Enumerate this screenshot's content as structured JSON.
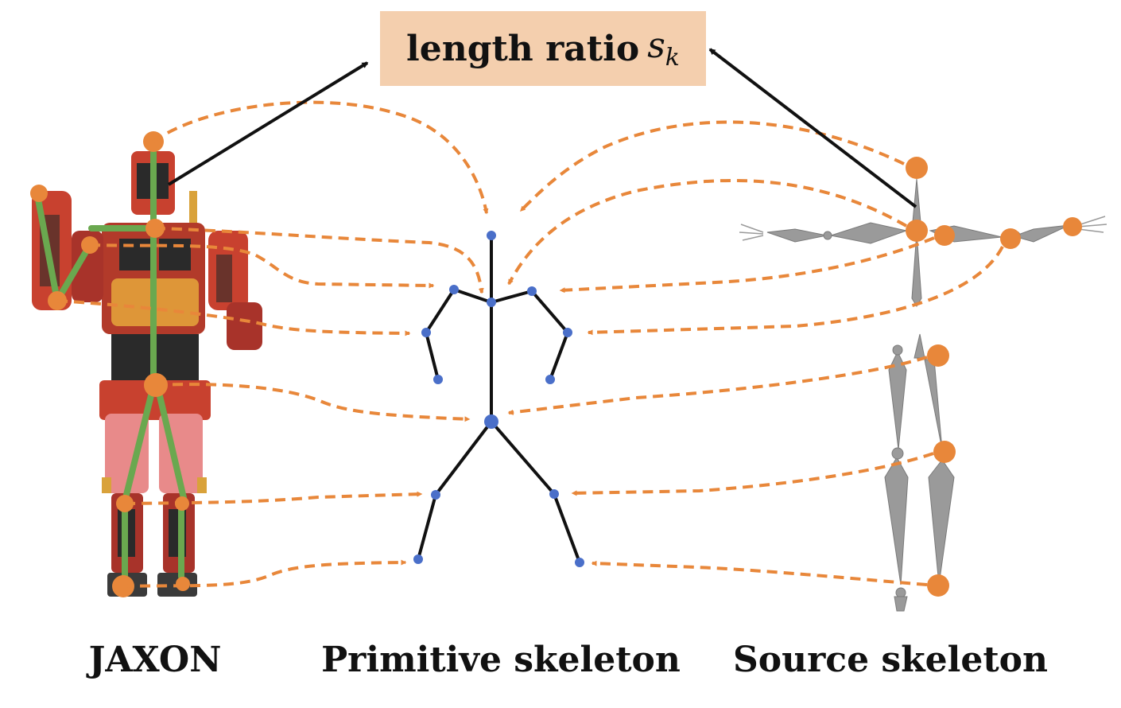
{
  "ratio_box": {
    "label": "length ratio",
    "symbol": "s",
    "subscript": "k"
  },
  "captions": {
    "jaxon": "JAXON",
    "primitive": "Primitive skeleton",
    "source": "Source skeleton"
  },
  "colors": {
    "background": "#ffffff",
    "ratio_box_fill": "#f4cfae",
    "correspondence_arrow": "#e8873a",
    "joint_orange": "#e8873a",
    "jaxon_bone": "#6aa84f",
    "primitive_joint": "#4a6fc9",
    "primitive_bone": "#111111",
    "source_bone": "#9a9a9a",
    "robot_body": "#c8412f"
  },
  "icons": [
    "jaxon-robot-figure",
    "primitive-skeleton-figure",
    "source-skeleton-figure",
    "correspondence-arrow",
    "length-ratio-arrow"
  ]
}
